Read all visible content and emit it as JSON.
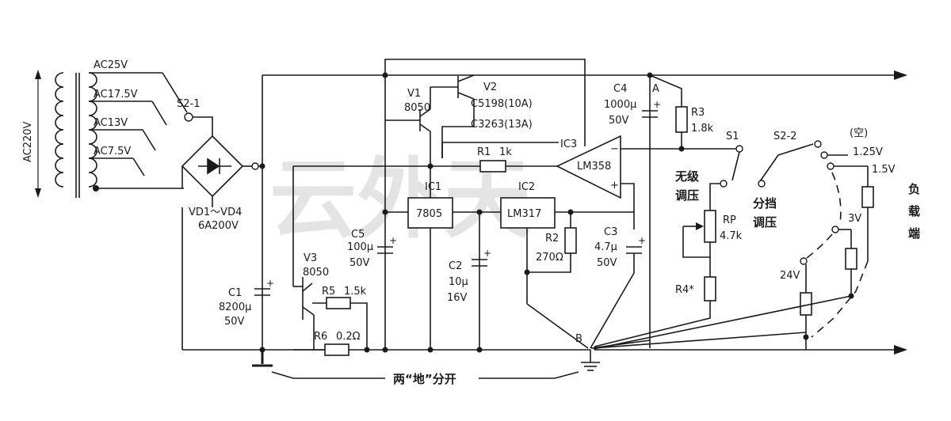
{
  "watermark": "云外天",
  "transformer": {
    "primary": "AC220V",
    "taps": [
      "AC25V",
      "AC17.5V",
      "AC13V",
      "AC7.5V"
    ]
  },
  "bridge": {
    "label": "VD1～VD4",
    "rating": "6A200V"
  },
  "switches": {
    "s2_1": "S2-1",
    "s2_2": "S2-2",
    "s1": "S1"
  },
  "caps": {
    "c1": {
      "name": "C1",
      "value": "8200μ",
      "voltage": "50V"
    },
    "c5": {
      "name": "C5",
      "value": "100μ",
      "voltage": "50V"
    },
    "c2": {
      "name": "C2",
      "value": "10μ",
      "voltage": "16V"
    },
    "c3": {
      "name": "C3",
      "value": "4.7μ",
      "voltage": "50V"
    },
    "c4": {
      "name": "C4",
      "value": "1000μ",
      "voltage": "50V"
    }
  },
  "transistors": {
    "v1": {
      "name": "V1",
      "type": "8050"
    },
    "v2": {
      "name": "V2",
      "alt1": "C5198(10A)",
      "alt2": "C3263(13A)"
    },
    "v3": {
      "name": "V3",
      "type": "8050"
    }
  },
  "resistors": {
    "r1": {
      "name": "R1",
      "value": "1k"
    },
    "r2": {
      "name": "R2",
      "value": "270Ω"
    },
    "r3": {
      "name": "R3",
      "value": "1.8k"
    },
    "r4": {
      "name": "R4*"
    },
    "r5": {
      "name": "R5",
      "value": "1.5k"
    },
    "r6": {
      "name": "R6",
      "value": "0.2Ω"
    },
    "rp": {
      "name": "RP",
      "value": "4.7k"
    }
  },
  "ics": {
    "ic1": {
      "name": "IC1",
      "part": "7805"
    },
    "ic2": {
      "name": "IC2",
      "part": "LM317"
    },
    "ic3": {
      "name": "IC3",
      "part": "LM358"
    }
  },
  "nodes": {
    "a": "A",
    "b": "B"
  },
  "notes": {
    "stepless_1": "无级",
    "stepless_2": "调压",
    "stepped_1": "分挡",
    "stepped_2": "调压",
    "grounds_separate": "两“地”分开",
    "load_1": "负",
    "load_2": "载",
    "load_3": "端"
  },
  "steps": {
    "empty": "(空)",
    "v125": "1.25V",
    "v15": "1.5V",
    "v3": "3V",
    "v24": "24V"
  },
  "polarity": {
    "plus": "+",
    "minus": "−"
  }
}
